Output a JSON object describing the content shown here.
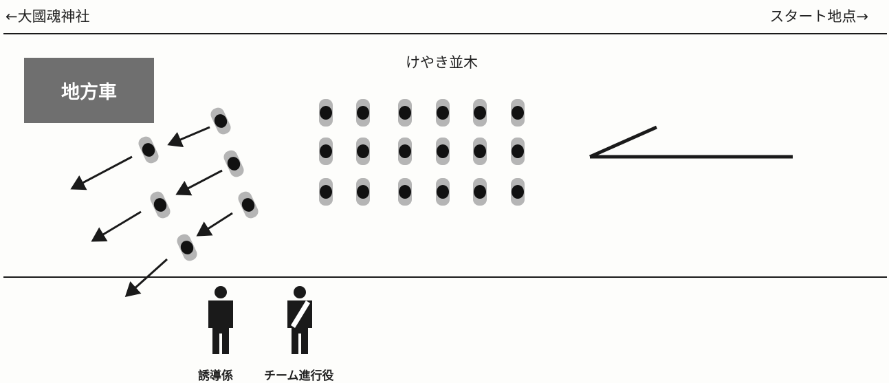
{
  "directions": {
    "left": "←大國魂神社",
    "right": "スタート地点→"
  },
  "road_name": "けやき並木",
  "local_vehicle": {
    "label": "地方車",
    "color": "#6f6f6f"
  },
  "people": [
    {
      "label": "誘導係",
      "icon": "person-icon"
    },
    {
      "label": "チーム進行役",
      "icon": "person-with-sash-icon"
    }
  ],
  "colors": {
    "line": "#1a1a1a",
    "car_body": "#b5b5b5",
    "car_roof": "#111111"
  }
}
